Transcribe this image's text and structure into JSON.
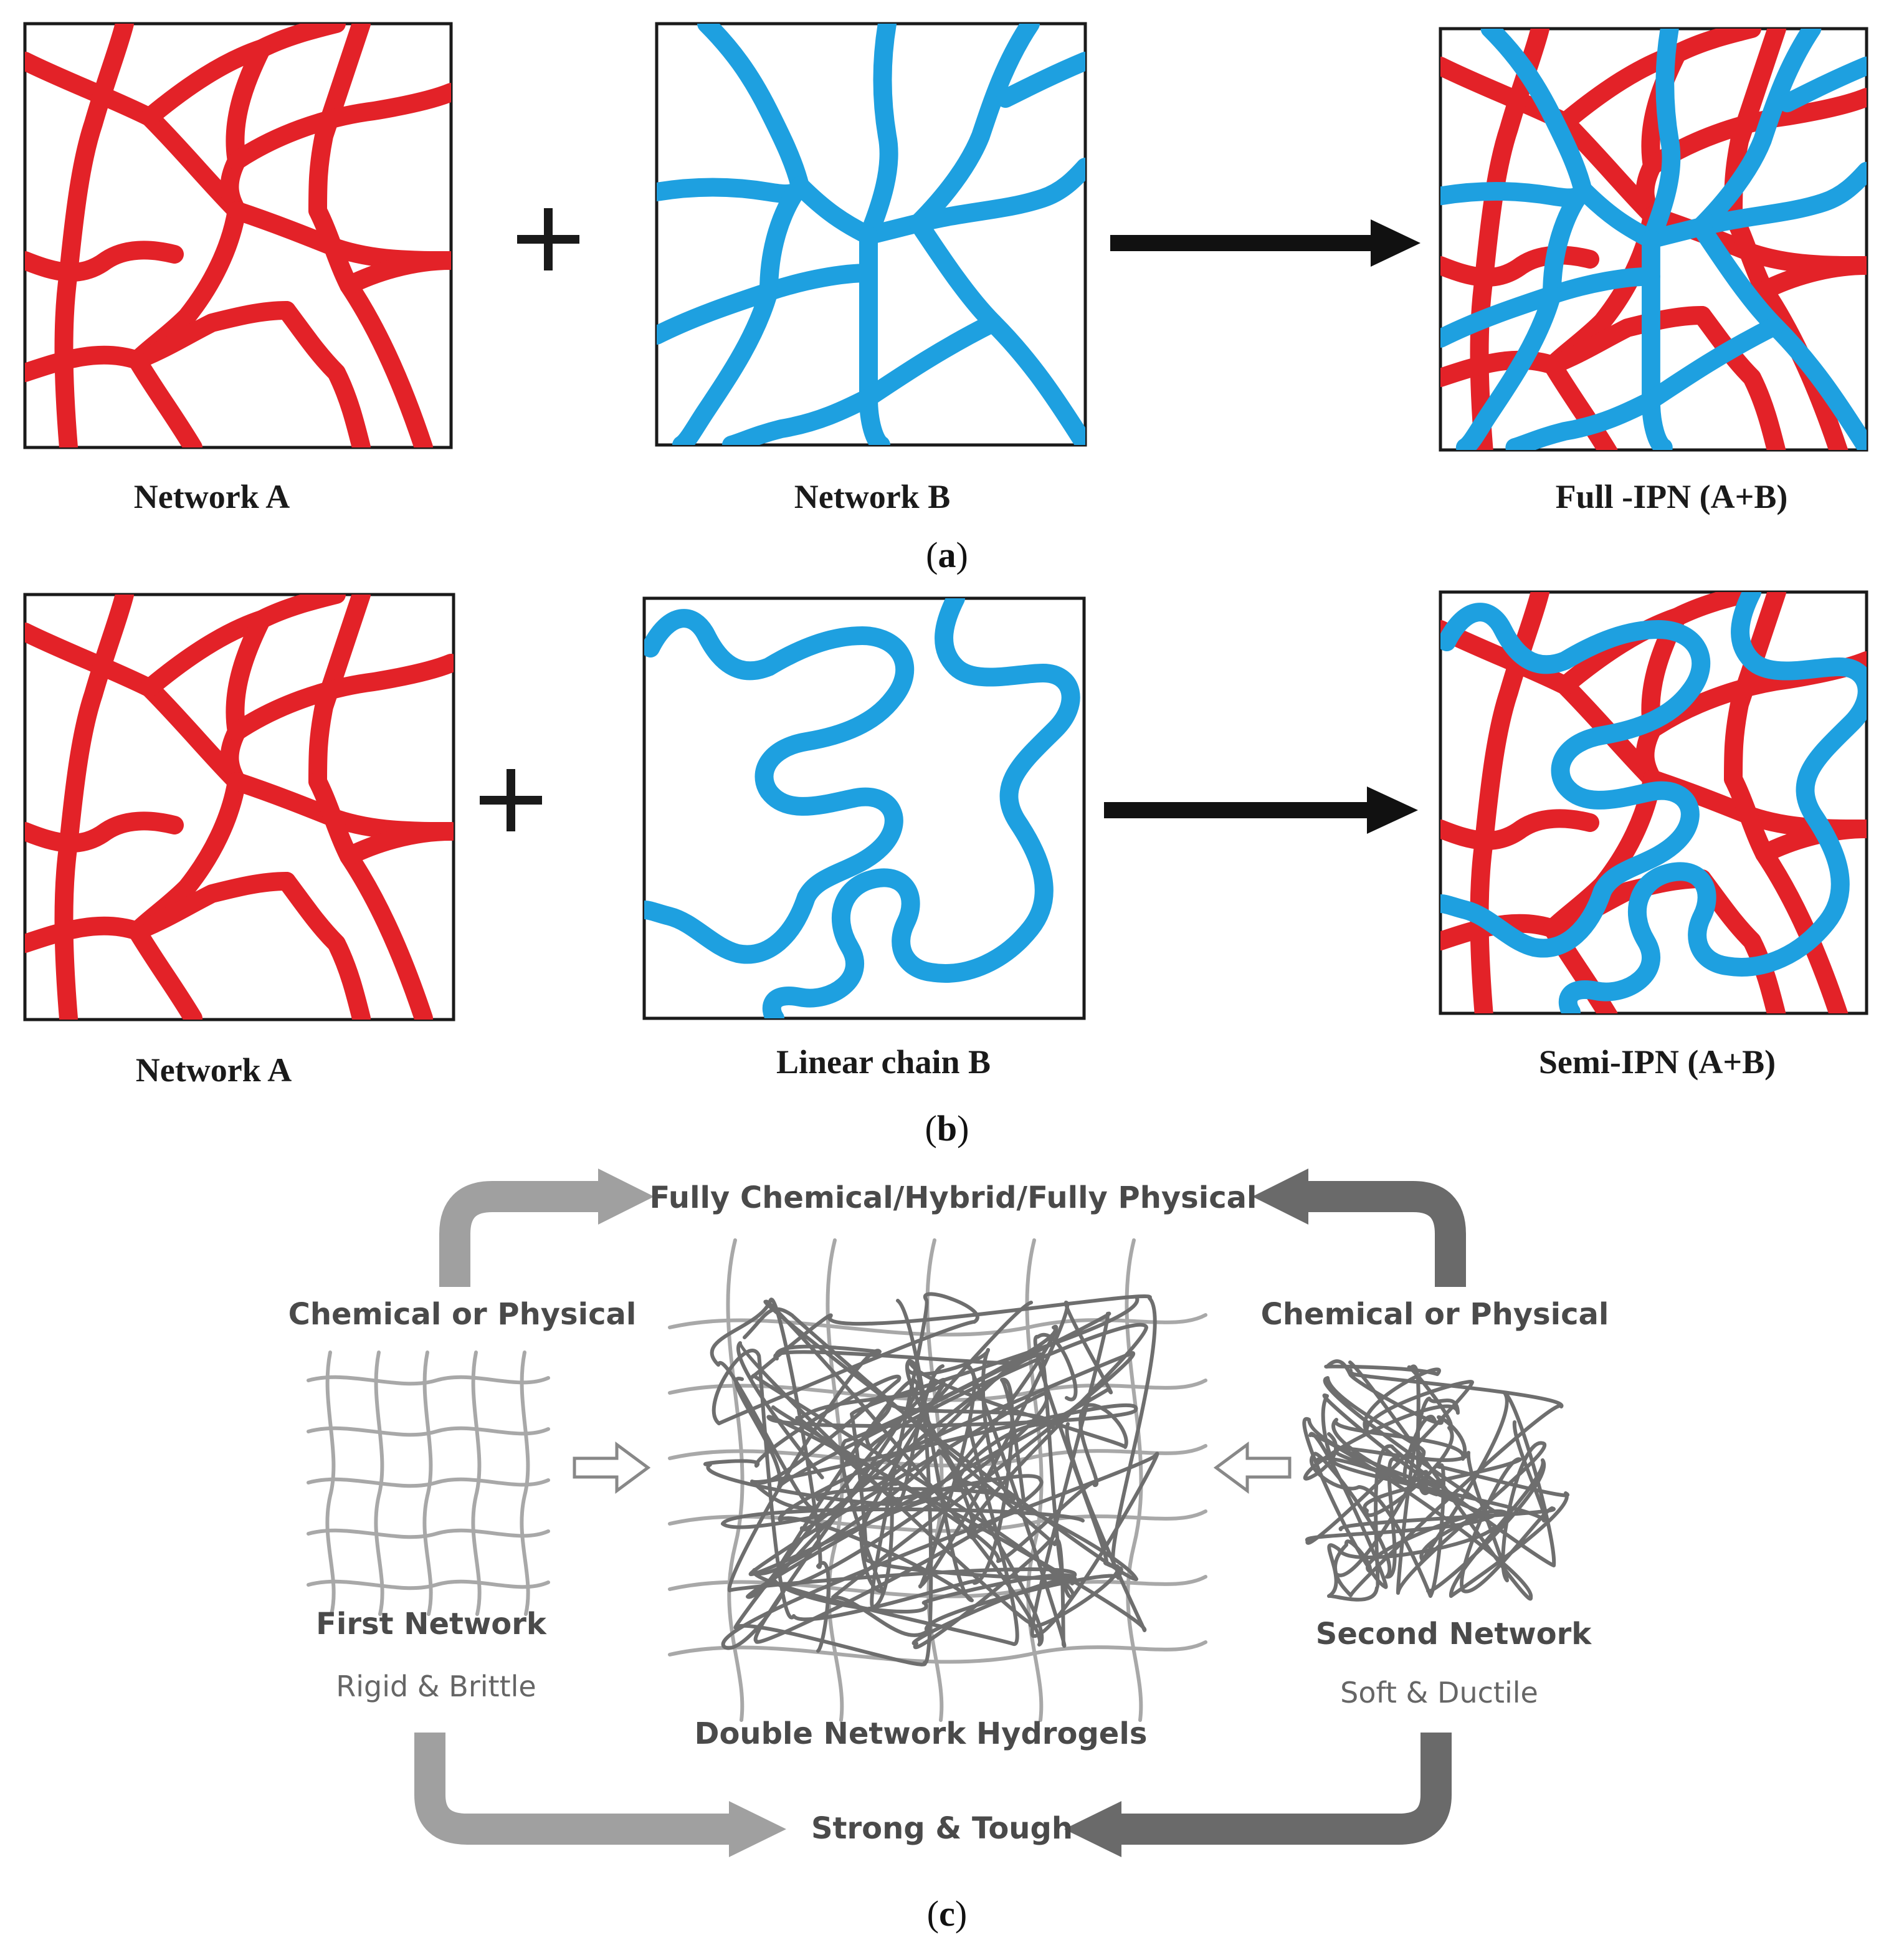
{
  "colors": {
    "network_a": "#e32228",
    "network_b": "#1ea0e0",
    "first_network_strand": "#a8a8a8",
    "second_network_strand": "#6e6e6e",
    "arrow_light": "#a0a0a0",
    "arrow_dark": "#6a6a6a"
  },
  "panel_a": {
    "label_network_a": "Network A",
    "label_network_b": "Network B",
    "label_result": "Full -IPN (A+B)",
    "caption_letter": "a",
    "operator": "+"
  },
  "panel_b": {
    "label_network_a": "Network A",
    "label_chain_b": "Linear chain B",
    "label_result": "Semi-IPN (A+B)",
    "caption_letter": "b",
    "operator": "+"
  },
  "panel_c": {
    "top_label": "Fully Chemical/Hybrid/Fully Physical",
    "left_crosslink": "Chemical or Physical",
    "right_crosslink": "Chemical or Physical",
    "first_network_title": "First Network",
    "first_network_sub": "Rigid & Brittle",
    "second_network_title": "Second Network",
    "second_network_sub": "Soft & Ductile",
    "center_label": "Double Network Hydrogels",
    "bottom_label": "Strong & Tough",
    "caption_letter": "c"
  }
}
